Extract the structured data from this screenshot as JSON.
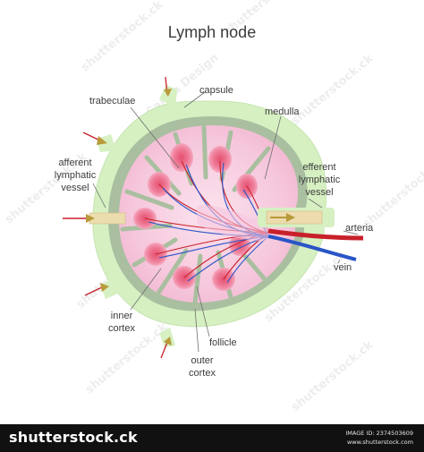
{
  "title": "Lymph node",
  "labels": {
    "capsule": "capsule",
    "trabeculae": "trabeculae",
    "medulla": "medulla",
    "afferent_lymphatic_vessel": [
      "afferent",
      "lymphatic",
      "vessel"
    ],
    "efferent_lymphatic_vessel": [
      "efferent",
      "lymphatic",
      "vessel"
    ],
    "arteria": "arteria",
    "vein": "vein",
    "inner_cortex": [
      "inner",
      "cortex"
    ],
    "outer_cortex": [
      "outer",
      "cortex"
    ],
    "follicle": "follicle"
  },
  "watermark": {
    "text": "shutterstock.ck",
    "artist_credit": "Sanna Design"
  },
  "footer": {
    "brand": "shutterstock.ck",
    "image_id": "IMAGE ID: 2374503609",
    "site": "www.shutterstock.com"
  },
  "colors": {
    "capsule_fill": "#d6f0c2",
    "cortex_fill": "#f7c7e0",
    "sinus_fill": "#a9bfa0",
    "follicle": "#e05070",
    "artery": "#c8202a",
    "vein": "#2a55c8",
    "lymph_vessel": "#ecdcae",
    "footer_bg": "#111111"
  }
}
